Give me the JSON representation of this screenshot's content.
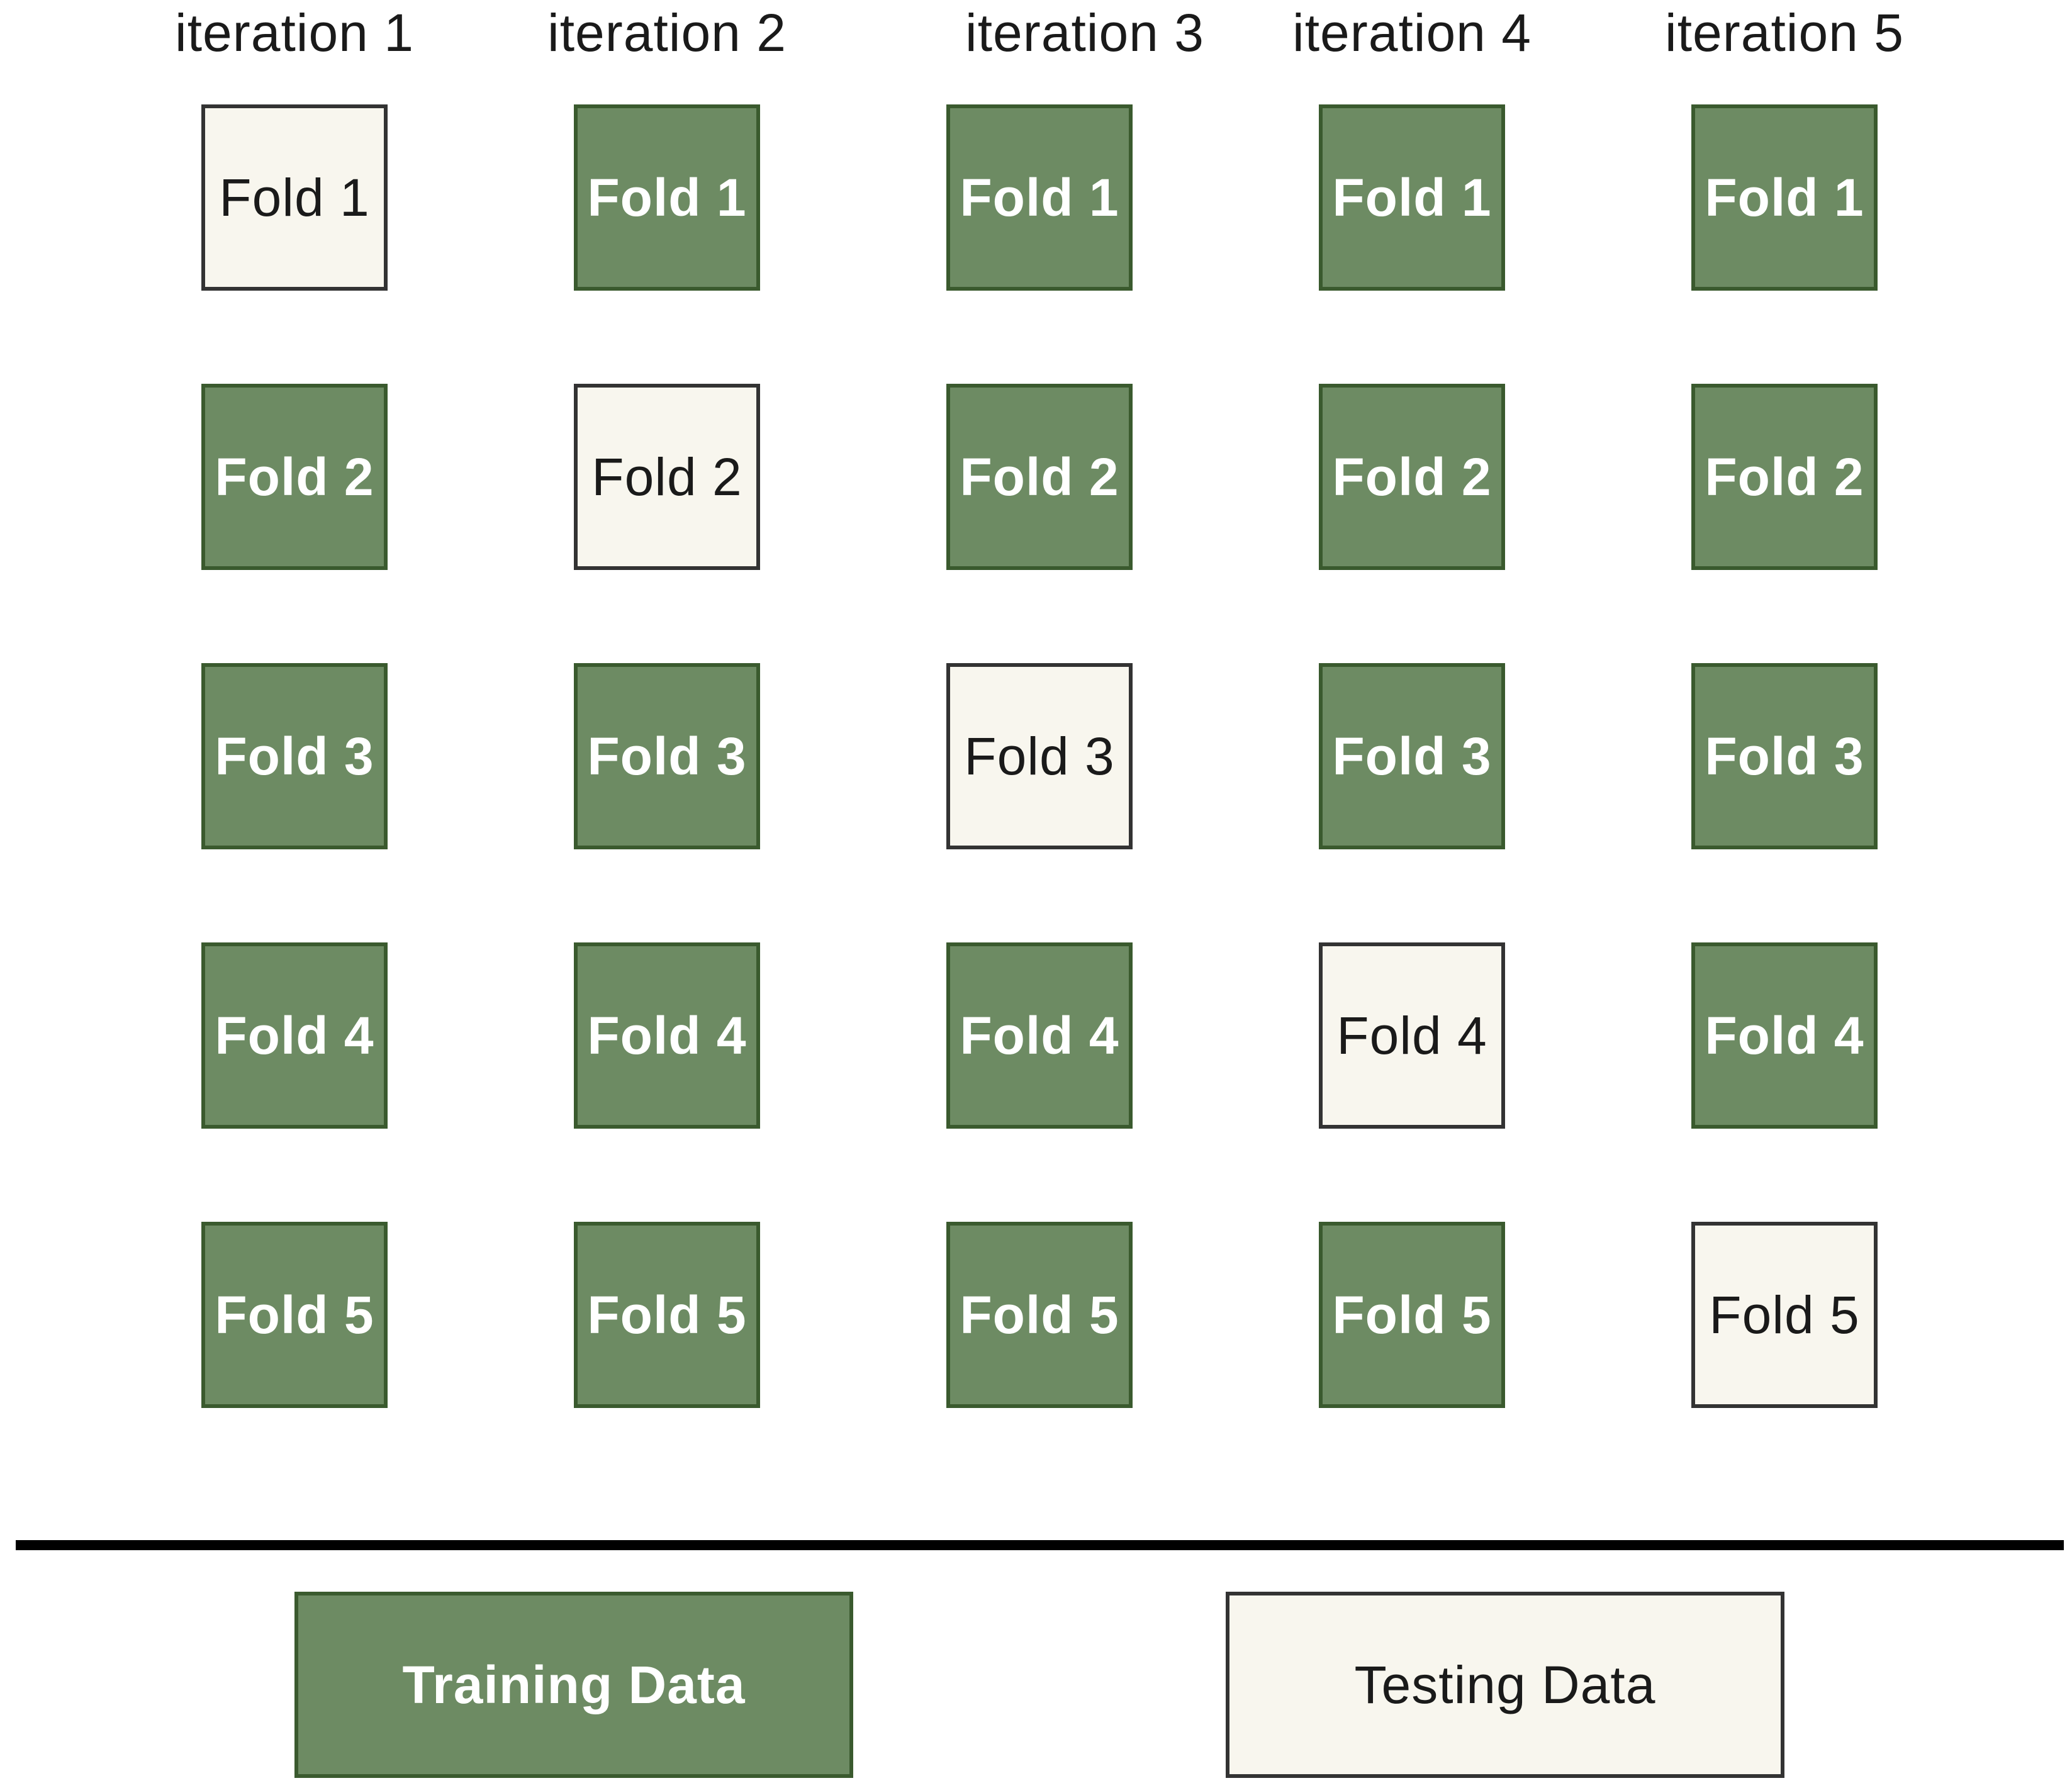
{
  "iterations": [
    {
      "label": "iteration 1",
      "test_fold": 1,
      "folds": [
        "Fold 1",
        "Fold 2",
        "Fold 3",
        "Fold 4",
        "Fold 5"
      ]
    },
    {
      "label": "iteration 2",
      "test_fold": 2,
      "folds": [
        "Fold 1",
        "Fold 2",
        "Fold 3",
        "Fold 4",
        "Fold 5"
      ]
    },
    {
      "label": "iteration 3",
      "test_fold": 3,
      "folds": [
        "Fold 1",
        "Fold 2",
        "Fold 3",
        "Fold 4",
        "Fold 5"
      ]
    },
    {
      "label": "iteration 4",
      "test_fold": 4,
      "folds": [
        "Fold 1",
        "Fold 2",
        "Fold 3",
        "Fold 4",
        "Fold 5"
      ]
    },
    {
      "label": "iteration 5",
      "test_fold": 5,
      "folds": [
        "Fold 1",
        "Fold 2",
        "Fold 3",
        "Fold 4",
        "Fold 5"
      ]
    }
  ],
  "legend": {
    "training_label": "Training Data",
    "testing_label": "Testing Data"
  },
  "colors": {
    "training_fill": "#6d8b63",
    "training_border": "#3a5a2e",
    "testing_fill": "#f8f6ee",
    "testing_border": "#333333",
    "separator": "#000000"
  }
}
